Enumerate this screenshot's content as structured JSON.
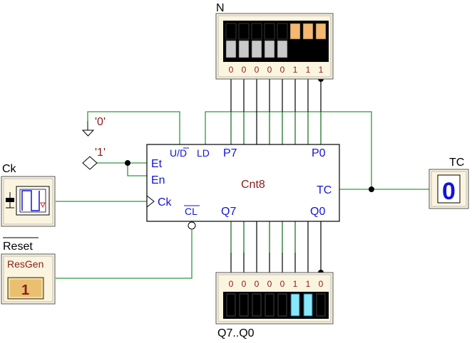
{
  "switch_block": {
    "title": "N",
    "bits": [
      "0",
      "0",
      "0",
      "0",
      "0",
      "1",
      "1",
      "1"
    ]
  },
  "display_block": {
    "title": "Q7..Q0",
    "bits": [
      "0",
      "0",
      "0",
      "0",
      "0",
      "1",
      "1",
      "0"
    ]
  },
  "counter": {
    "name": "Cnt8",
    "pins": {
      "ud": "U/D",
      "ld": "LD",
      "p7": "P7",
      "p0": "P0",
      "et": "Et",
      "en": "En",
      "ck": "Ck",
      "tc": "TC",
      "cl": "CL",
      "q7": "Q7",
      "q0": "Q0"
    }
  },
  "constants": {
    "zero": "'0'",
    "one": "'1'"
  },
  "clock": {
    "label": "Ck"
  },
  "reset": {
    "label": "Reset",
    "gen_label": "ResGen",
    "value": "1"
  },
  "tc_output": {
    "label": "TC",
    "value": "0"
  },
  "colors": {
    "wire": "#2e9a3c",
    "pin_text": "#1313d8",
    "name_text": "#8b1a1a",
    "led_on": "#88e8f8",
    "switch_up": "#f4b870",
    "panel": "#fbf5df"
  }
}
